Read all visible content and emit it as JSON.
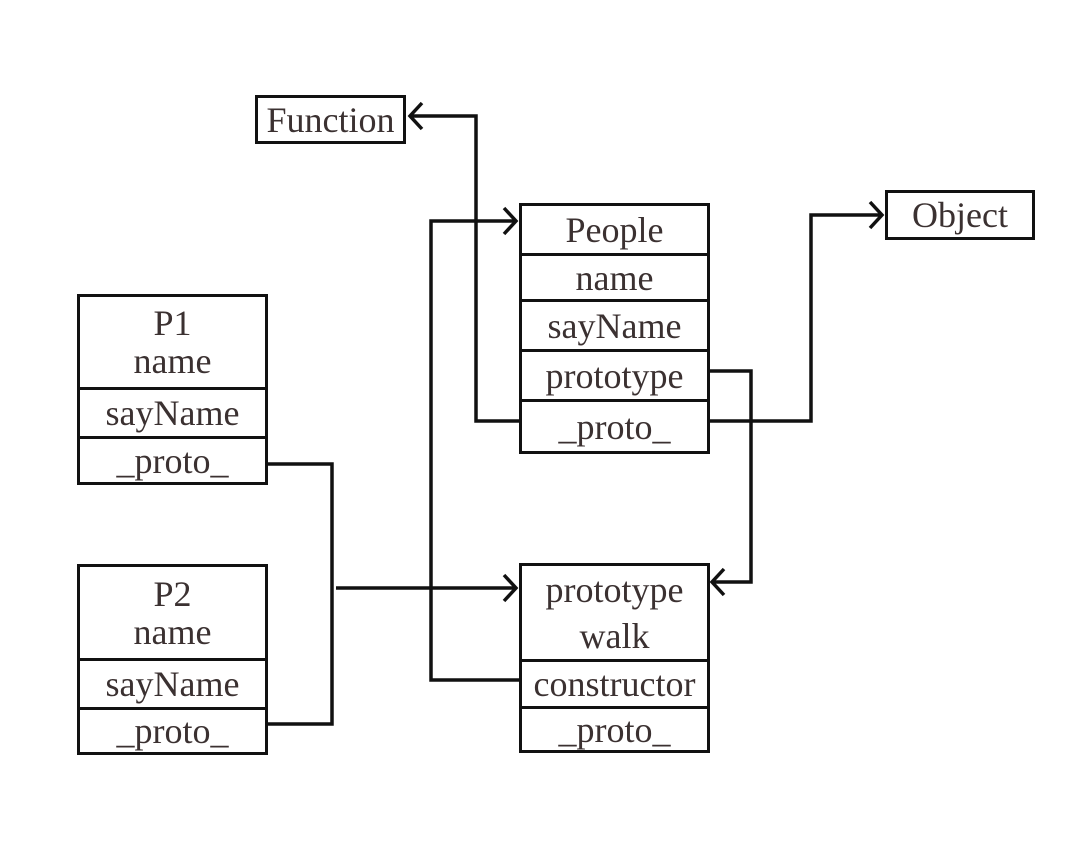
{
  "nodes": {
    "function": {
      "label": "Function"
    },
    "object": {
      "label": "Object"
    },
    "people": {
      "rows": [
        "People",
        "name",
        "sayName",
        "prototype",
        "_proto_"
      ]
    },
    "p1": {
      "rows": [
        "P1",
        "name",
        "sayName",
        "_proto_"
      ]
    },
    "p2": {
      "rows": [
        "P2",
        "name",
        "sayName",
        "_proto_"
      ]
    },
    "proto_obj": {
      "rows": [
        "prototype",
        "walk",
        "constructor",
        "_proto_"
      ]
    }
  },
  "colors": {
    "line": "#111111",
    "text": "#3b3131",
    "background": "#ffffff"
  }
}
